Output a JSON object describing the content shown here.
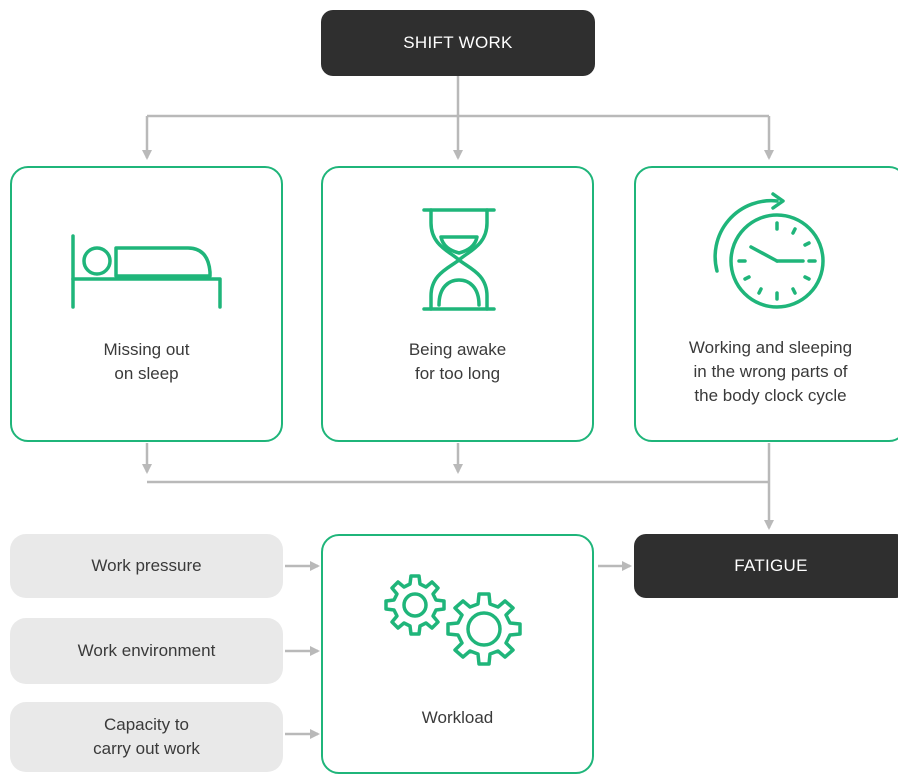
{
  "colors": {
    "accent": "#1fb57a",
    "dark": "#2f2f2f",
    "connector": "#b9b9b9",
    "grey_box": "#e9e9e9"
  },
  "top_node": {
    "label": "SHIFT WORK"
  },
  "causes": [
    {
      "icon": "bed-icon",
      "label": "Missing out\non sleep"
    },
    {
      "icon": "hourglass-icon",
      "label": "Being awake\nfor too long"
    },
    {
      "icon": "clock-icon",
      "label": "Working and sleeping\nin the wrong parts of\nthe body clock cycle"
    }
  ],
  "outcome": {
    "label": "FATIGUE"
  },
  "workload": {
    "icon": "gears-icon",
    "label": "Workload"
  },
  "factors": [
    {
      "label": "Work pressure"
    },
    {
      "label": "Work environment"
    },
    {
      "label": "Capacity to\ncarry out work"
    }
  ]
}
